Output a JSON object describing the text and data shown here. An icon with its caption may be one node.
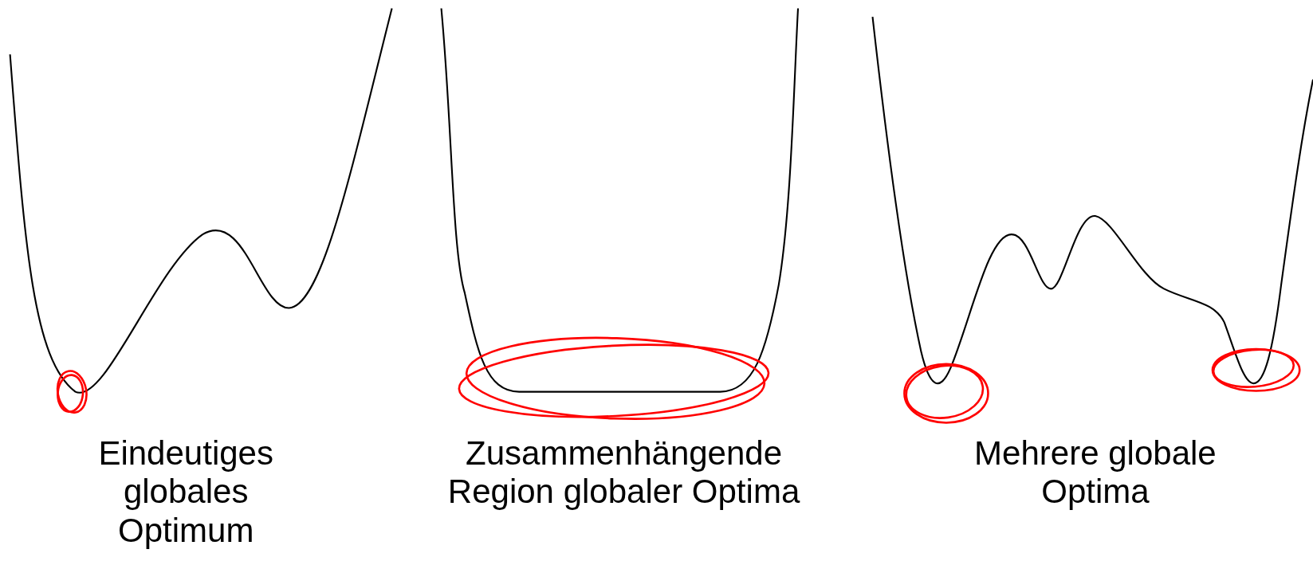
{
  "diagram": {
    "labels": [
      "Eindeutiges globales Optimum",
      "Zusammenhängende Region globaler Optima",
      "Mehrere globale Optima"
    ]
  }
}
